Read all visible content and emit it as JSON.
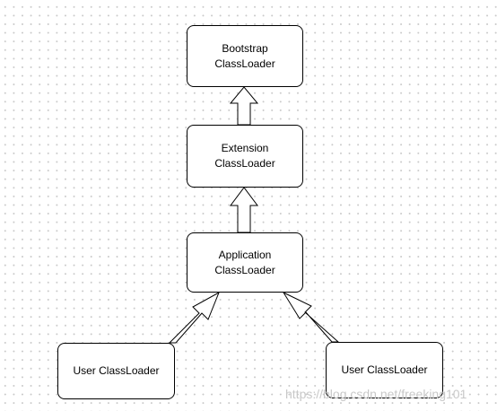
{
  "diagram": {
    "nodes": {
      "bootstrap": "Bootstrap\nClassLoader",
      "extension": "Extension\nClassLoader",
      "application": "Application\nClassLoader",
      "user_left": "User  ClassLoader",
      "user_right": "User ClassLoader"
    },
    "edges": [
      {
        "from": "extension",
        "to": "bootstrap",
        "style": "hollow-block-arrow"
      },
      {
        "from": "application",
        "to": "extension",
        "style": "hollow-block-arrow"
      },
      {
        "from": "user_left",
        "to": "application",
        "style": "hollow-block-arrow"
      },
      {
        "from": "user_right",
        "to": "application",
        "style": "hollow-block-arrow"
      }
    ],
    "background": "dotted-grid"
  },
  "watermark": "https://blog.csdn.net/freeking101"
}
